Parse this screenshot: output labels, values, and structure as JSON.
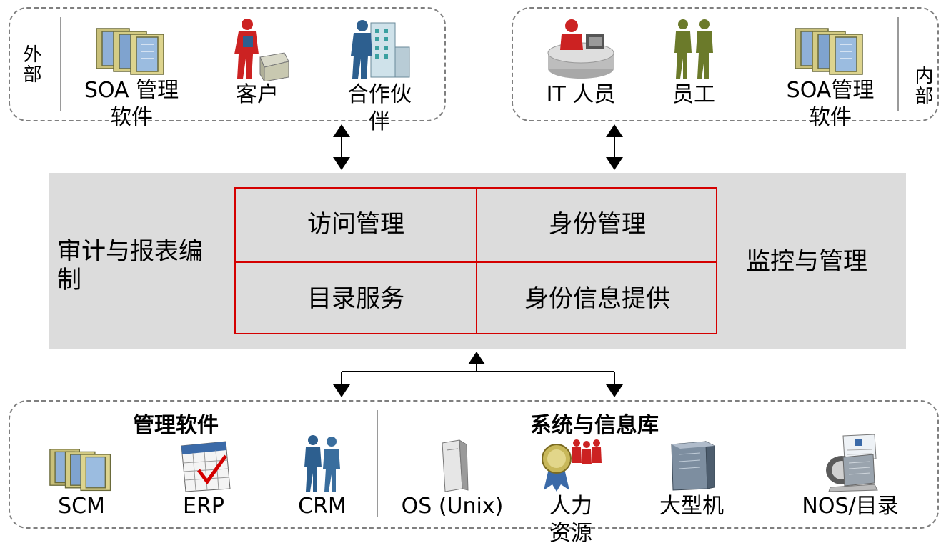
{
  "top_external": {
    "side_label": "外部",
    "items": [
      {
        "icon": "soa-management-software-icon",
        "label": "SOA 管理",
        "label2": "软件"
      },
      {
        "icon": "customer-icon",
        "label": "客户"
      },
      {
        "icon": "partner-icon",
        "label": "合作伙",
        "label2": "伴"
      }
    ]
  },
  "top_internal": {
    "side_label": "内部",
    "items": [
      {
        "icon": "it-staff-icon",
        "label": "IT 人员"
      },
      {
        "icon": "employee-icon",
        "label": "员工"
      },
      {
        "icon": "soa-management-software-icon",
        "label": "SOA管理",
        "label2": "软件"
      }
    ]
  },
  "center": {
    "left_label": "审计与报表编",
    "left_label2": "制",
    "right_label": "监控与管理",
    "cells": [
      "访问管理",
      "身份管理",
      "目录服务",
      "身份信息提供"
    ]
  },
  "bottom": {
    "left_title": "管理软件",
    "right_title": "系统与信息库",
    "items": [
      {
        "icon": "scm-software-icon",
        "label": "SCM"
      },
      {
        "icon": "erp-calendar-icon",
        "label": "ERP"
      },
      {
        "icon": "crm-people-icon",
        "label": "CRM"
      },
      {
        "icon": "unix-server-icon",
        "label": "OS (Unix)"
      },
      {
        "icon": "hr-award-icon",
        "label": "人力",
        "label2": "资源"
      },
      {
        "icon": "mainframe-icon",
        "label": "大型机"
      },
      {
        "icon": "nos-directory-icon",
        "label": "NOS/目录"
      }
    ]
  },
  "colors": {
    "grid_red": "#d40000",
    "band_gray": "#dcdcdc",
    "person_red": "#cc2222",
    "person_blue": "#2d5f8f",
    "person_olive": "#6b7a2a"
  }
}
